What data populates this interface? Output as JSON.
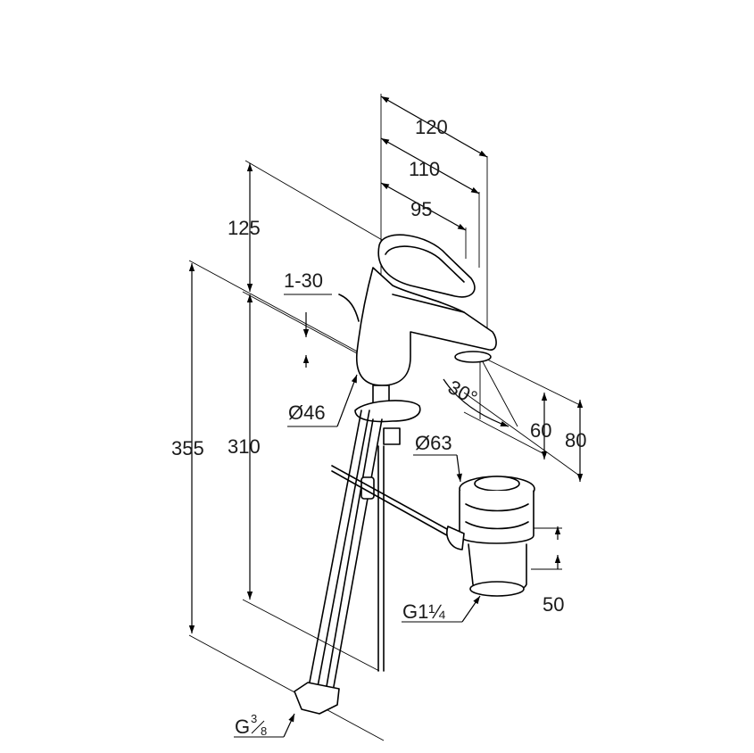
{
  "dimensions": {
    "d120": "120",
    "d110": "110",
    "d95": "95",
    "d125": "125",
    "d1_30": "1-30",
    "d46": "Ø46",
    "d355": "355",
    "d310": "310",
    "d30deg": "30°",
    "d60": "60",
    "d80": "80",
    "d63": "Ø63",
    "d50": "50",
    "g114": "G1¼",
    "g38_main": "G",
    "g38_num": "3",
    "g38_den": "8"
  }
}
